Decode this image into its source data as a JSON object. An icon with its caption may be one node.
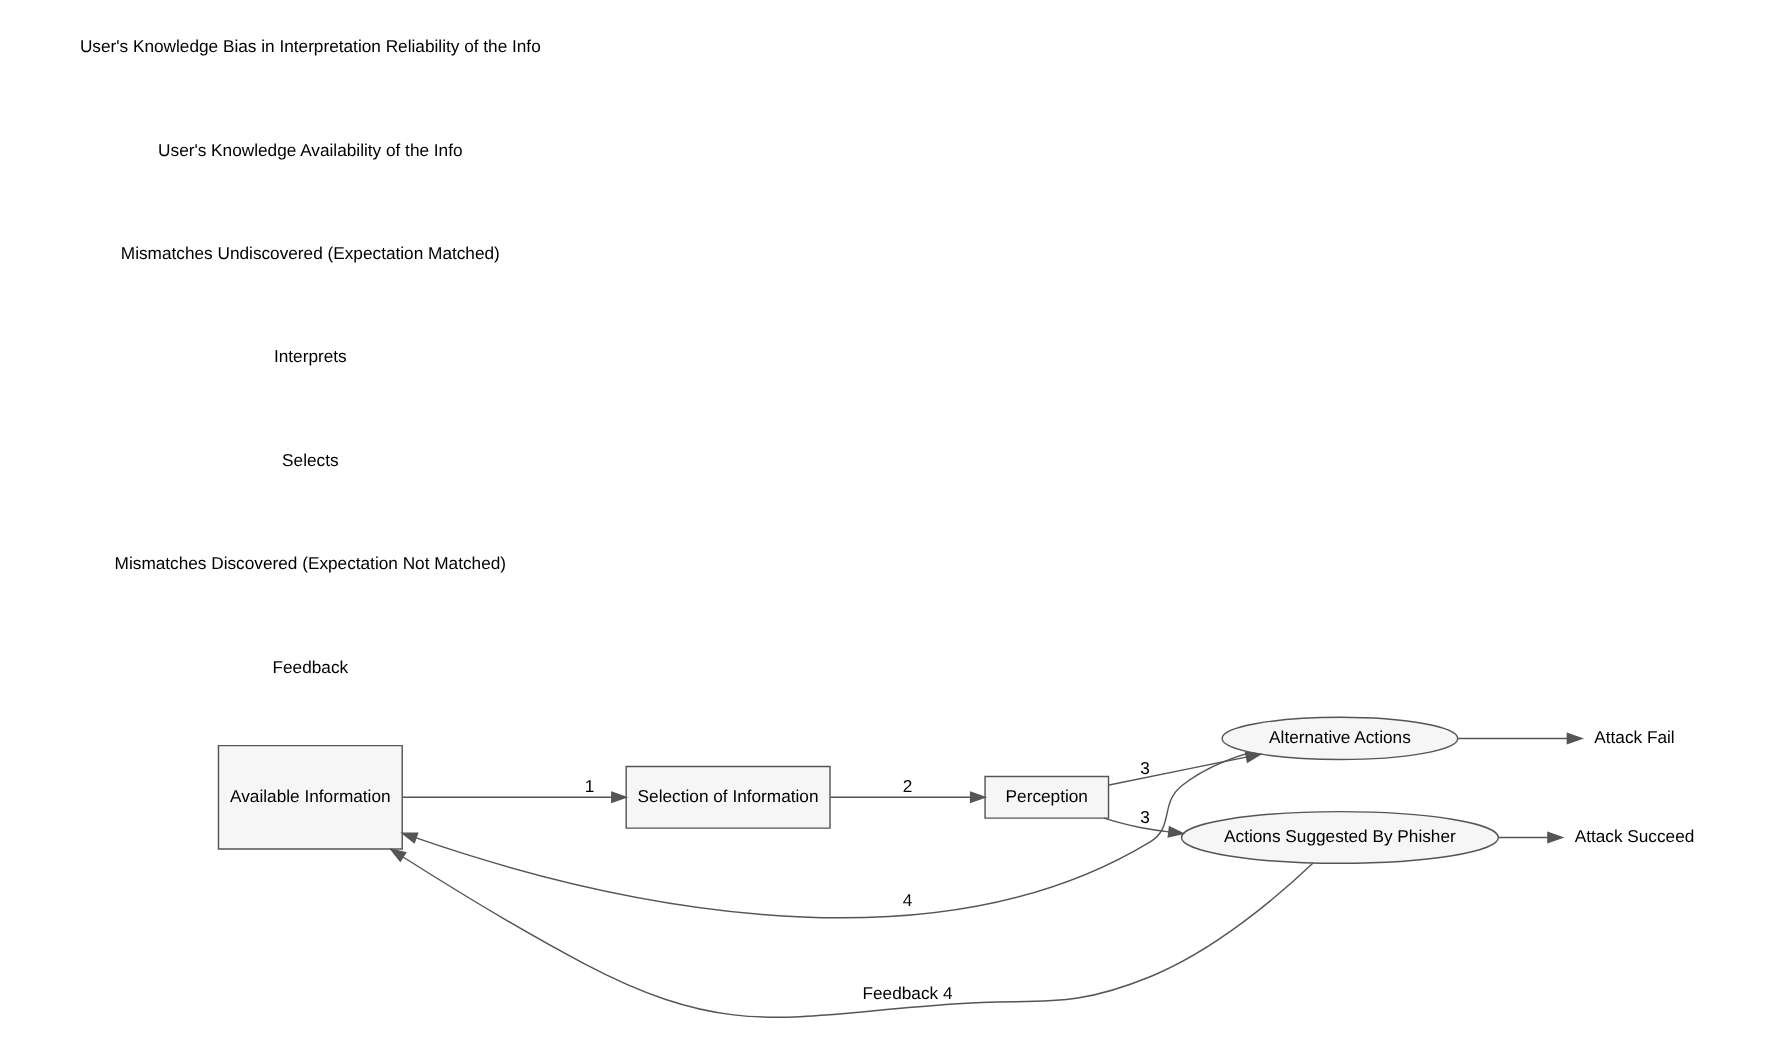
{
  "diagram": {
    "nodes": [
      {
        "text": [
          "Available Information"
        ]
      },
      {
        "text": [
          "Selection of Information"
        ]
      },
      {
        "text": [
          "Perception"
        ]
      },
      {
        "text": [
          "Alternative Actions"
        ]
      },
      {
        "text": [
          "Actions Suggested By Phisher"
        ]
      },
      {
        "text": [
          "Attack Fail"
        ]
      },
      {
        "text": [
          "Attack Succeed"
        ]
      }
    ],
    "edges": [
      {
        "from": 0,
        "to": 1,
        "arrow": "to",
        "label": "1"
      },
      {
        "from": 1,
        "to": 2,
        "arrow": "to",
        "label": "2"
      },
      {
        "from": 2,
        "to": 3,
        "arrow": "to",
        "label": "3"
      },
      {
        "from": 2,
        "to": 4,
        "arrow": "to",
        "label": "3"
      },
      {
        "from": 3,
        "to": 5,
        "arrow": "to"
      },
      {
        "from": 4,
        "to": 6,
        "arrow": "to"
      },
      {
        "from": 3,
        "to": 0,
        "arrow": "to",
        "label": "4"
      },
      {
        "from": 4,
        "to": 0,
        "arrow": "to",
        "label": "Feedback 4"
      }
    ],
    "labels": [
      "Feedback",
      "Mismatches Discovered (Expectation Not Matched)",
      "Selects",
      "Interprets",
      "Mismatches Undiscovered (Expectation Matched)",
      "User's Knowledge Availability of the Info",
      "User's Knowledge Bias in Interpretation Reliability of the Info"
    ]
  }
}
